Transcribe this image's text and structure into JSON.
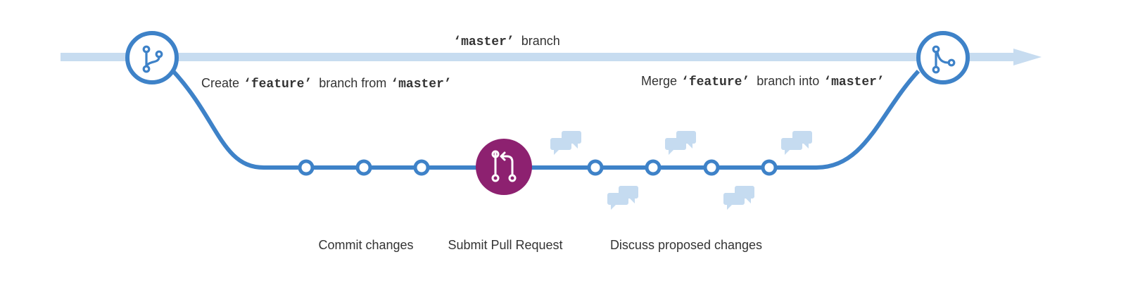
{
  "colors": {
    "master_line": "#c7dcf0",
    "feature_line": "#3e82c8",
    "pull_request": "#8d2170",
    "comment": "#c5dbf0",
    "text": "#333333"
  },
  "master_label": {
    "code": "‘master’",
    "text": "branch"
  },
  "create_label": {
    "prefix": "Create",
    "code1": "‘feature’",
    "middle": "branch from",
    "code2": "‘master’"
  },
  "merge_label": {
    "prefix": "Merge",
    "code1": "‘feature’",
    "middle": "branch into",
    "code2": "‘master’"
  },
  "step_labels": {
    "commit": "Commit changes",
    "pull_request": "Submit Pull Request",
    "discuss": "Discuss proposed changes"
  },
  "icons": {
    "branch_start": "git-branch-icon",
    "merge_end": "git-merge-icon",
    "pull_request": "git-pull-request-icon",
    "comment": "comment-discussion-icon"
  }
}
